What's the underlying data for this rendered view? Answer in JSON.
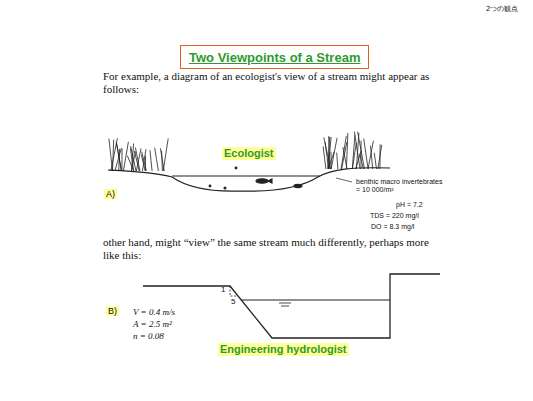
{
  "diagram": {
    "title": "Two Viewpoints of a Stream",
    "labels": [
      "2つの観点",
      "For example, a diagram of an ecologist's view of a stream might appear as follows:",
      "Ecologist",
      "A)",
      "benthic macro invertebrates = 10 000/m²",
      "pH = 7.2",
      "TDS = 220 mg/l",
      "DO = 8.3 mg/l",
      "other hand, might “view” the same stream much differently, perhaps more like this:",
      "1",
      "5",
      "B)",
      "V = 0.4 m/s",
      "A = 2.5 m²",
      "n = 0.08",
      "Engineering hydrologist"
    ]
  }
}
